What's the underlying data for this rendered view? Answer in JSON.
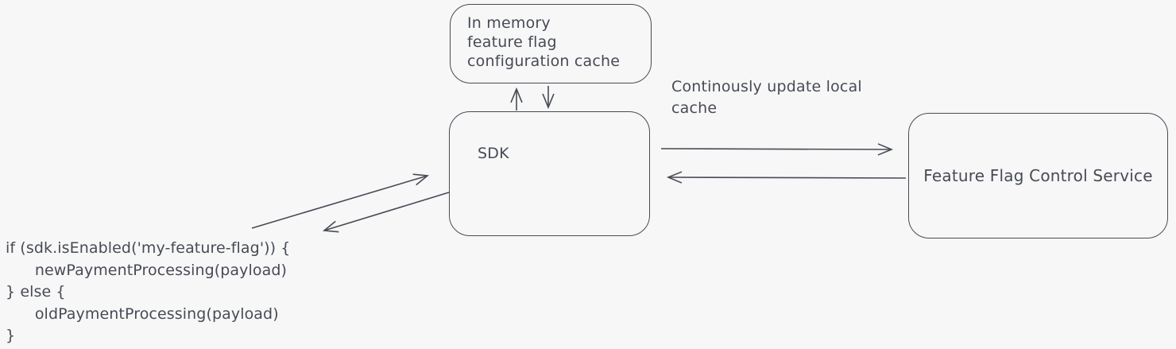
{
  "diagram": {
    "nodes": {
      "cache": {
        "label": "In memory\nfeature flag\nconfiguration cache"
      },
      "sdk": {
        "label": "SDK"
      },
      "service": {
        "label": "Feature Flag Control Service"
      }
    },
    "edge_label": "Continously update local\ncache",
    "code_snippet": {
      "lines": [
        "if (sdk.isEnabled('my-feature-flag')) {",
        "      newPaymentProcessing(payload)",
        "} else {",
        "      oldPaymentProcessing(payload)",
        "}"
      ]
    },
    "colors": {
      "stroke": "#474b54",
      "background": "#f7f7f8"
    }
  }
}
